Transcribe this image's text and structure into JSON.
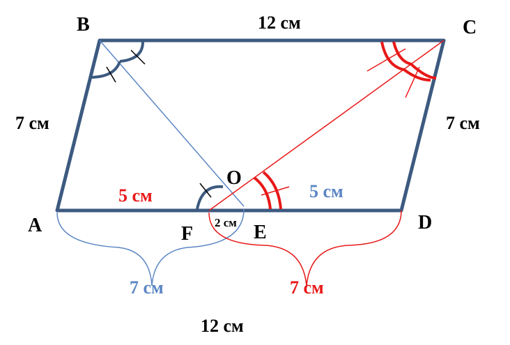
{
  "points": {
    "A": "A",
    "B": "B",
    "C": "C",
    "D": "D",
    "O": "O",
    "F": "F",
    "E": "E"
  },
  "lengths": {
    "BC": "12 см",
    "AB": "7 см",
    "CD": "7 см",
    "AF": "5 см",
    "ED": "5 см",
    "FE": "2 см",
    "brace_left": "7 см",
    "brace_right": "7 см",
    "AD": "12 см"
  },
  "colors": {
    "side": "#3d5a80",
    "red": "#e81818",
    "blue": "#5b86c4"
  }
}
